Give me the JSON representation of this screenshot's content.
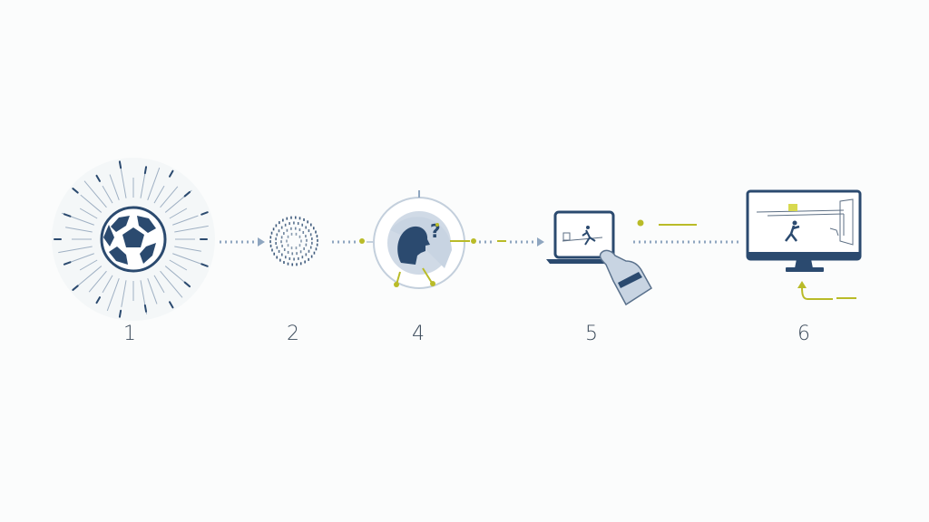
{
  "steps": [
    {
      "label": "1",
      "icon": "soccer-ball-icon"
    },
    {
      "label": "2",
      "icon": "data-particles-icon"
    },
    {
      "label": "4",
      "icon": "thinking-head-icon"
    },
    {
      "label": "5",
      "icon": "laptop-touch-icon"
    },
    {
      "label": "6",
      "icon": "monitor-icon"
    }
  ],
  "colors": {
    "navy": "#2b4a6f",
    "accent": "#b9bb28",
    "light": "#c8d4e2",
    "connector": "#8fa6c0"
  }
}
